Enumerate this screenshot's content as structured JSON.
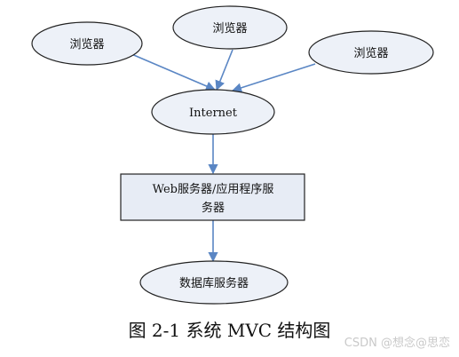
{
  "nodes": {
    "browser_left": "浏览器",
    "browser_center": "浏览器",
    "browser_right": "浏览器",
    "internet": "Internet",
    "app_server_line1": "Web服务器/应用程序服",
    "app_server_line2": "务器",
    "database_server": "数据库服务器"
  },
  "caption": "图 2-1    系统 MVC 结构图",
  "watermark": "CSDN @想念@思恋",
  "colors": {
    "arrow": "#5a86c4",
    "node_fill": "#edf1f8",
    "node_stroke": "#222222"
  }
}
